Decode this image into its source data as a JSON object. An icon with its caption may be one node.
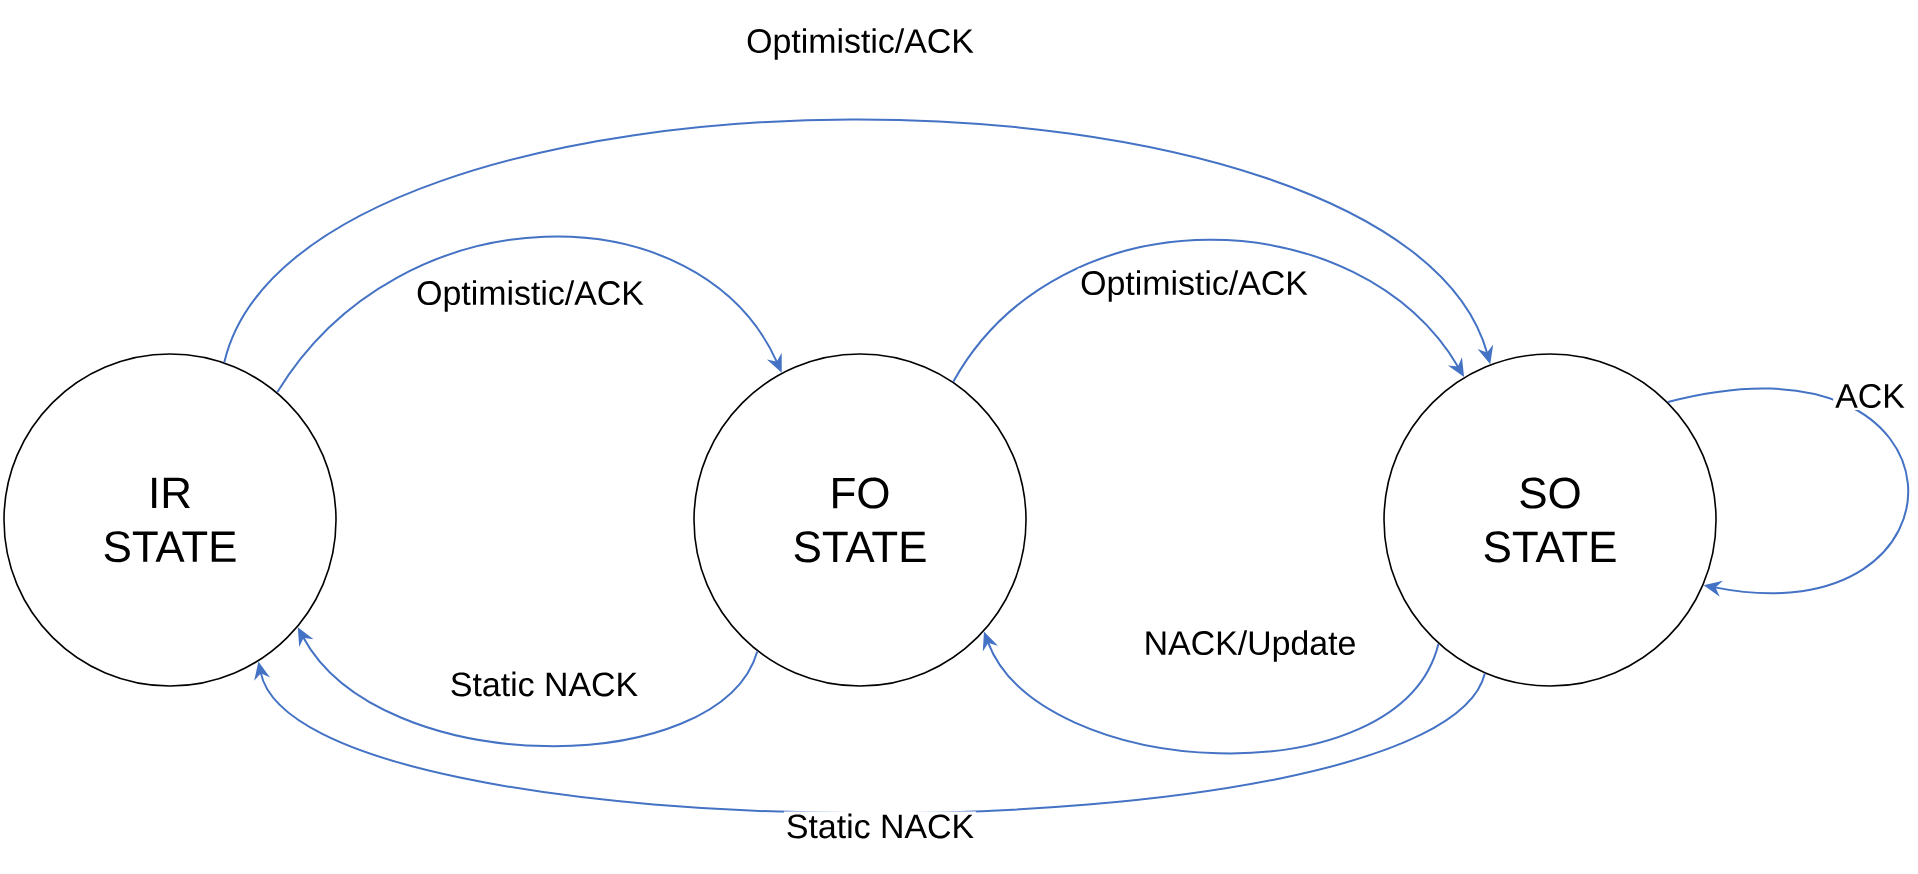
{
  "diagram": {
    "nodes": [
      {
        "text": [
          "IR STATE"
        ]
      },
      {
        "text": [
          "FO STATE"
        ]
      },
      {
        "text": [
          "SO STATE"
        ]
      }
    ],
    "edges": [
      {
        "from": 0,
        "to": 2,
        "arrow": "to",
        "label": "Optimistic/ACK"
      },
      {
        "from": 0,
        "to": 1,
        "arrow": "to",
        "label": "Optimistic/ACK"
      },
      {
        "from": 1,
        "to": 2,
        "arrow": "to",
        "label": "Optimistic/ACK"
      },
      {
        "from": 2,
        "to": 2,
        "arrow": "to",
        "label": "ACK"
      },
      {
        "from": 2,
        "to": 1,
        "arrow": "to",
        "label": "NACK/Update"
      },
      {
        "from": 1,
        "to": 0,
        "arrow": "to",
        "label": "Static NACK"
      },
      {
        "from": 2,
        "to": 0,
        "arrow": "to",
        "label": "Static NACK"
      }
    ]
  }
}
